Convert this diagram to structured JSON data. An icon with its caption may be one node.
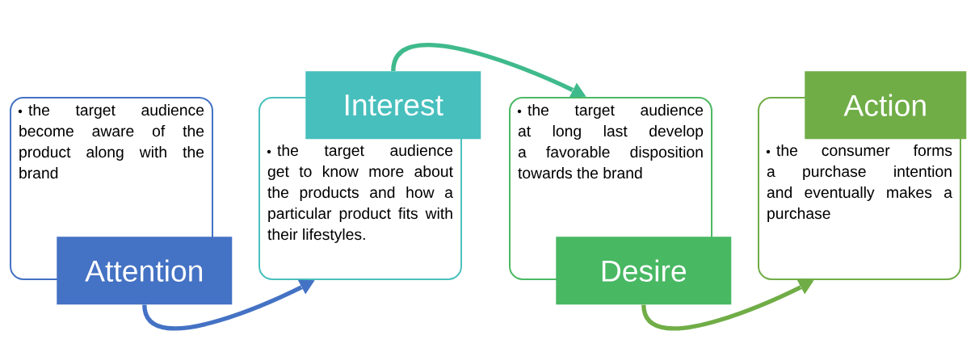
{
  "diagram": {
    "nodes": [
      {
        "text": [
          "the target audience become aware of the product along with the brand"
        ]
      },
      {
        "text": [
          "Attention"
        ]
      },
      {
        "text": [
          "Interest"
        ]
      },
      {
        "text": [
          "the target audience get to know more about the products and how a particular product fits with their lifestyles."
        ]
      },
      {
        "text": [
          "the target audience at long last develop a favorable disposition towards the brand"
        ]
      },
      {
        "text": [
          "Desire"
        ]
      },
      {
        "text": [
          "Action"
        ]
      },
      {
        "text": [
          "the consumer forms a purchase intention and eventually makes a purchase"
        ]
      }
    ],
    "edges": [
      {
        "from": 1,
        "to": 3,
        "arrow": "to",
        "color": "#4472c4"
      },
      {
        "from": 2,
        "to": 4,
        "arrow": "to",
        "color": "#3fba8c"
      },
      {
        "from": 5,
        "to": 7,
        "arrow": "to",
        "color": "#70ad47"
      }
    ]
  }
}
